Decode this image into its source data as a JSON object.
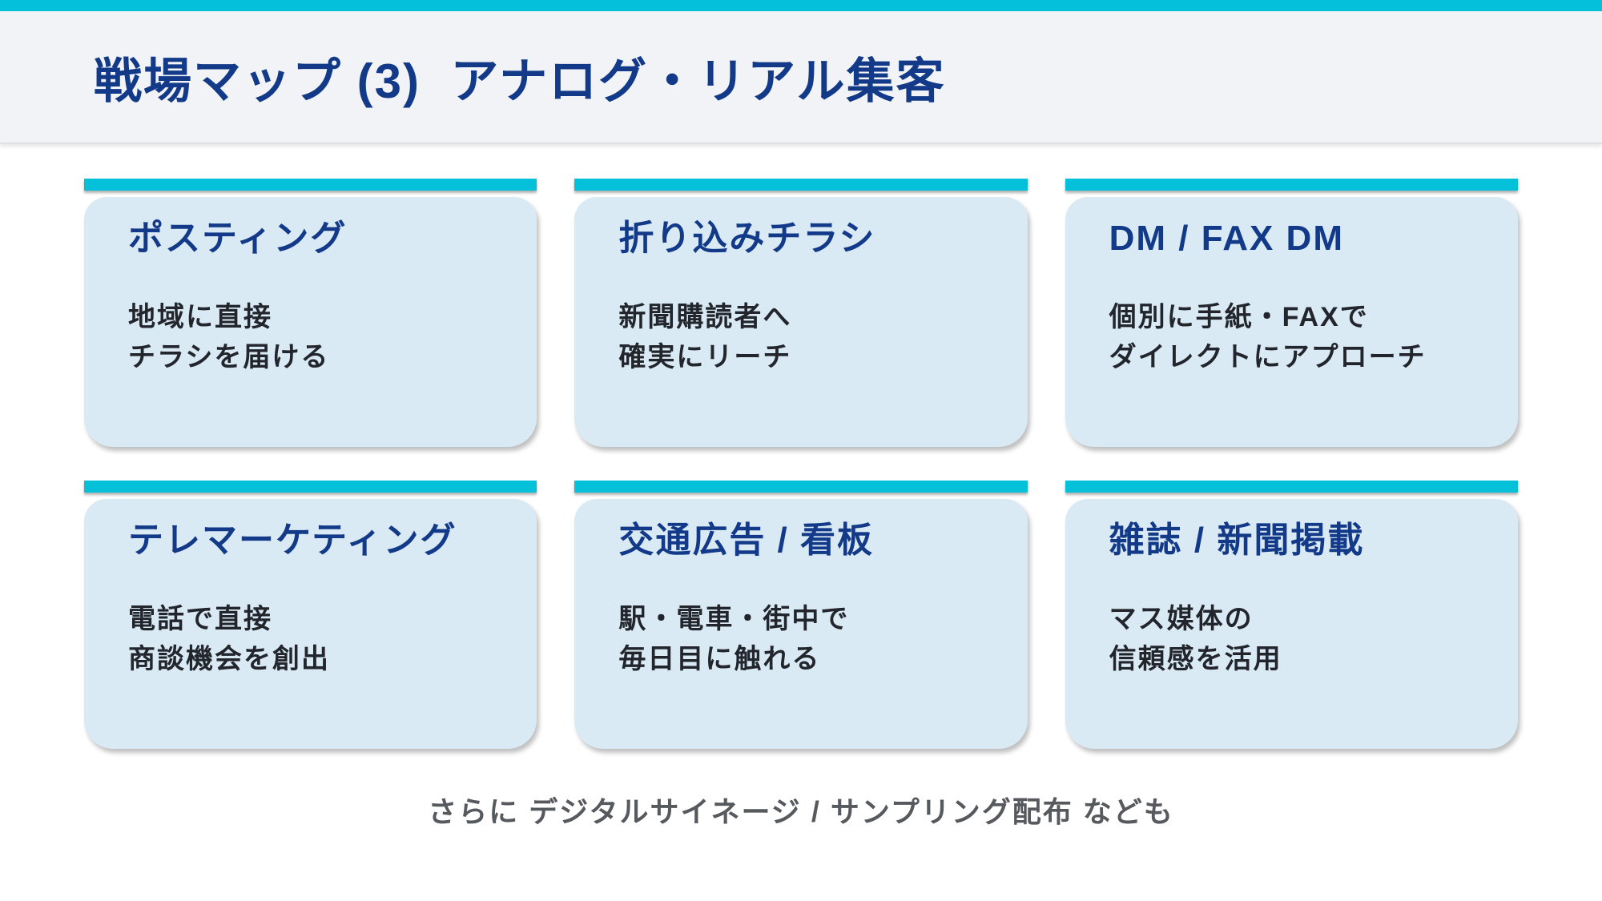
{
  "slide": {
    "title": "戦場マップ (3)  アナログ・リアル集客",
    "footer": "さらに デジタルサイネージ / サンプリング配布 なども"
  },
  "cards": [
    {
      "title": "ポスティング",
      "lines": [
        "地域に直接",
        "チラシを届ける"
      ]
    },
    {
      "title": "折り込みチラシ",
      "lines": [
        "新聞購読者へ",
        "確実にリーチ"
      ]
    },
    {
      "title": "DM / FAX DM",
      "lines": [
        "個別に手紙・FAXで",
        "ダイレクトにアプローチ"
      ]
    },
    {
      "title": "テレマーケティング",
      "lines": [
        "電話で直接",
        "商談機会を創出"
      ]
    },
    {
      "title": "交通広告 / 看板",
      "lines": [
        "駅・電車・街中で",
        "毎日目に触れる"
      ]
    },
    {
      "title": "雑誌 / 新聞掲載",
      "lines": [
        "マス媒体の",
        "信頼感を活用"
      ]
    }
  ],
  "colors": {
    "accent_cyan": "#04C0D8",
    "card_background": "#DAEAF5",
    "title_navy": "#123A88",
    "body_text": "#22262C",
    "footer_gray": "#56595D",
    "header_background": "#F1F3F6"
  }
}
